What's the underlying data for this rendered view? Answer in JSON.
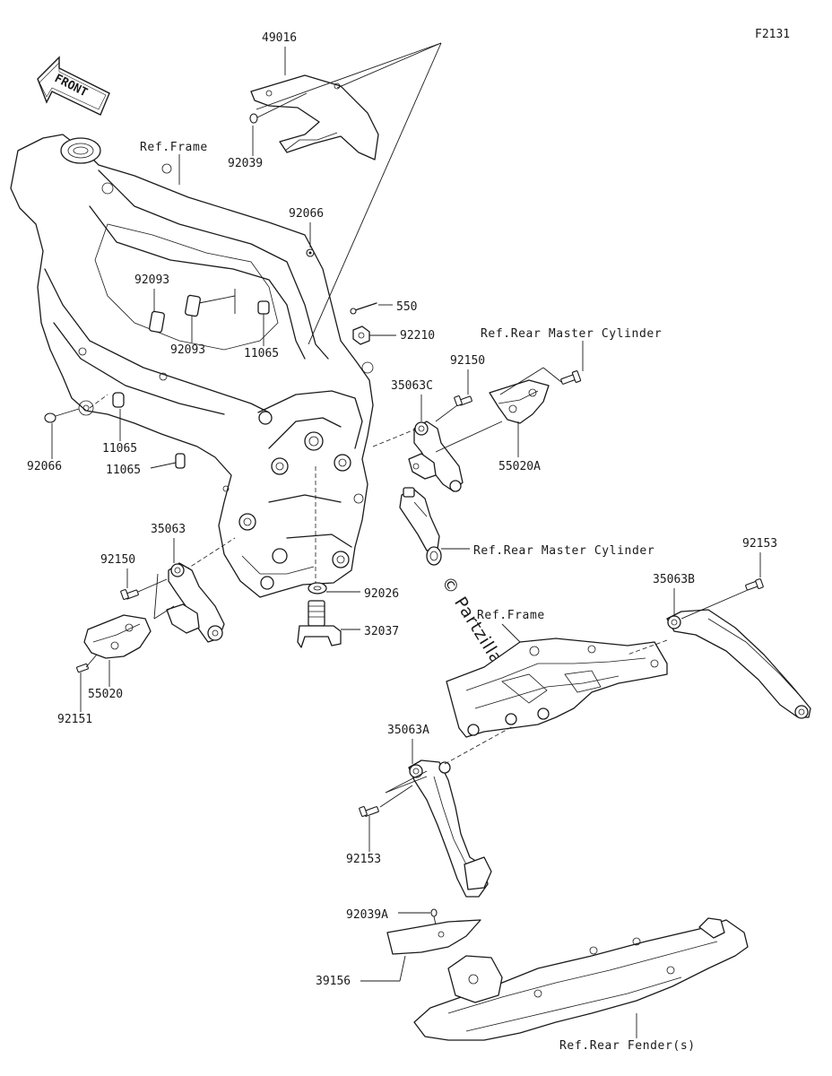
{
  "diagram_id": "F2131",
  "front_indicator": "FRONT",
  "watermark": "© Partzilla.com",
  "refs": {
    "frame_top": "Ref.Frame",
    "frame_rear": "Ref.Frame",
    "master_cyl_top": "Ref.Rear Master Cylinder",
    "master_cyl_mid": "Ref.Rear Master Cylinder",
    "rear_fender": "Ref.Rear Fender(s)"
  },
  "parts": {
    "p49016": "49016",
    "p92039": "92039",
    "p92066_top": "92066",
    "p550": "550",
    "p92210": "92210",
    "p92093_a": "92093",
    "p92093_b": "92093",
    "p11065_a": "11065",
    "p11065_b": "11065",
    "p11065_c": "11065",
    "p92066_left": "92066",
    "p92150_right": "92150",
    "p35063C": "35063C",
    "p55020A": "55020A",
    "p35063": "35063",
    "p92150_left": "92150",
    "p55020": "55020",
    "p92151": "92151",
    "p92026": "92026",
    "p32037": "32037",
    "p92153_right": "92153",
    "p35063B": "35063B",
    "p35063A": "35063A",
    "p92153_left": "92153",
    "p92039A": "92039A",
    "p39156": "39156"
  }
}
